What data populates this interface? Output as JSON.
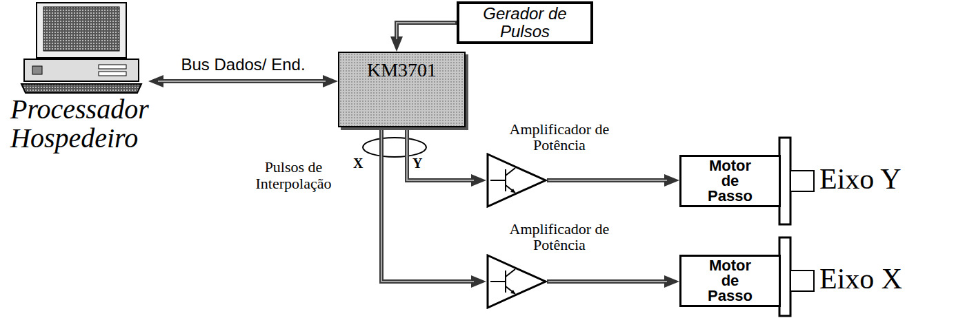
{
  "diagram": {
    "nodes": [
      {
        "text": [
          "Processador Hospedeiro"
        ]
      },
      {
        "text": [
          "Gerador de Pulsos"
        ]
      },
      {
        "text": [
          "KM3701"
        ]
      },
      {
        "text": [
          "Amplificador de Potência"
        ]
      },
      {
        "text": [
          "Motor de Passo"
        ]
      },
      {
        "text": [
          "Amplificador de Potência"
        ]
      },
      {
        "text": [
          "Motor de Passo"
        ]
      }
    ],
    "edges": [
      {
        "from": 0,
        "to": 2,
        "arrow": "both",
        "label": "Bus Dados/ End."
      },
      {
        "from": 1,
        "to": 2,
        "arrow": "to"
      },
      {
        "from": 2,
        "to": 3,
        "arrow": "to"
      },
      {
        "from": 2,
        "to": 5,
        "arrow": "to"
      },
      {
        "from": 3,
        "to": 4,
        "arrow": "to"
      },
      {
        "from": 5,
        "to": 6,
        "arrow": "to"
      }
    ],
    "labels": [
      "Pulsos de Interpolação",
      "X",
      "Y",
      "Eixo Y",
      "Eixo X"
    ]
  }
}
